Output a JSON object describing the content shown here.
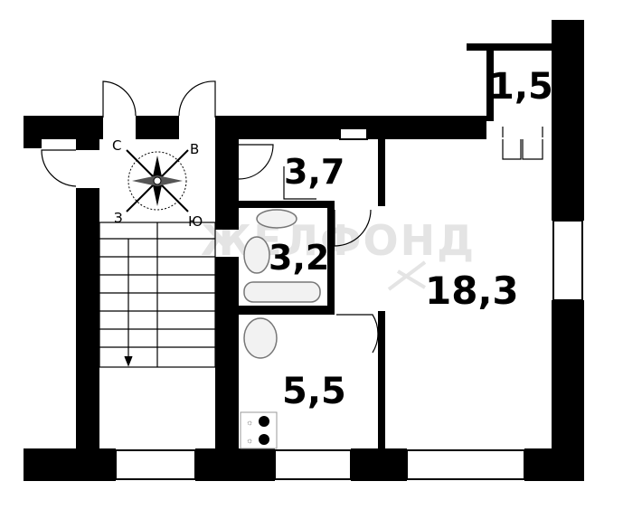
{
  "floor_plan": {
    "rooms": [
      {
        "id": "balcony",
        "area": "1,5"
      },
      {
        "id": "corridor",
        "area": "3,7"
      },
      {
        "id": "bathroom",
        "area": "3,2"
      },
      {
        "id": "kitchen",
        "area": "5,5"
      },
      {
        "id": "living-room",
        "area": "18,3"
      }
    ],
    "watermark": "ЖЕЛФОНД",
    "compass": {
      "north": "С",
      "east": "В",
      "south": "Ю",
      "west": "З"
    },
    "colors": {
      "wall": "#000000",
      "background": "#ffffff",
      "watermark": "#e4e4e4",
      "fixture": "#777777"
    }
  }
}
